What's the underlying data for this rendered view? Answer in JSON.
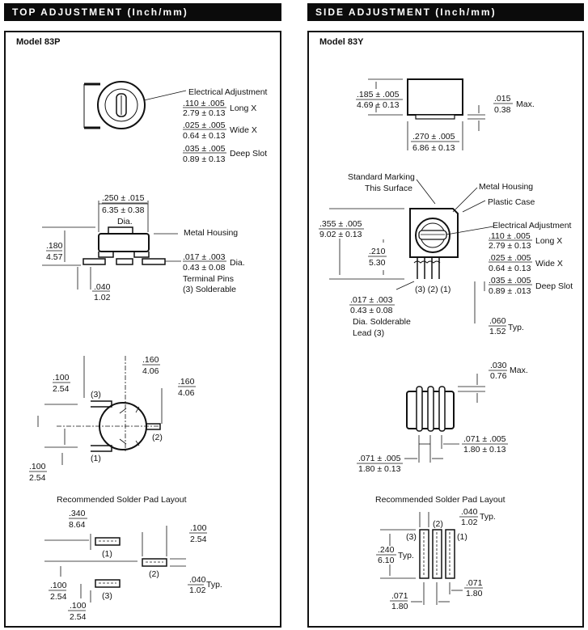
{
  "left_header": "TOP ADJUSTMENT (Inch/mm)",
  "right_header": "SIDE ADJUSTMENT (Inch/mm)",
  "left": {
    "model": "Model 83P",
    "top_view": {
      "callout": "Electrical Adjustment",
      "long_in": ".110 ± .005",
      "long_mm": "2.79 ± 0.13",
      "long_label": "Long X",
      "wide_in": ".025 ± .005",
      "wide_mm": "0.64 ± 0.13",
      "wide_label": "Wide X",
      "deep_in": ".035 ± .005",
      "deep_mm": "0.89 ± 0.13",
      "deep_label": "Deep Slot"
    },
    "side_view": {
      "width_in": ".250 ± .015",
      "width_mm": "6.35 ± 0.38",
      "width_label": "Dia.",
      "height_in": ".180",
      "height_mm": "4.57",
      "housing": "Metal Housing",
      "pin_in": ".017 ± .003",
      "pin_mm": "0.43 ± 0.08",
      "pin_label": "Dia.",
      "pins_1": "Terminal Pins",
      "pins_2": "(3) Solderable",
      "off_in": ".040",
      "off_mm": "1.02"
    },
    "bottom_view": {
      "d1_in": ".160",
      "d1_mm": "4.06",
      "d2_in": ".160",
      "d2_mm": "4.06",
      "d3_in": ".100",
      "d3_mm": "2.54",
      "d4_in": ".100",
      "d4_mm": "2.54",
      "p1": "(1)",
      "p2": "(2)",
      "p3": "(3)"
    },
    "pad_layout": {
      "title": "Recommended Solder Pad Layout",
      "a_in": ".340",
      "a_mm": "8.64",
      "b_in": ".100",
      "b_mm": "2.54",
      "c_in": ".040",
      "c_mm": "1.02",
      "c_label": "Typ.",
      "d_in": ".100",
      "d_mm": "2.54",
      "e_in": ".100",
      "e_mm": "2.54",
      "p1": "(1)",
      "p2": "(2)",
      "p3": "(3)"
    }
  },
  "right": {
    "model": "Model 83Y",
    "top_view": {
      "h_in": ".185 ± .005",
      "h_mm": "4.69 ± 0.13",
      "max_in": ".015",
      "max_mm": "0.38",
      "max_label": "Max.",
      "w_in": ".270 ± .005",
      "w_mm": "6.86 ± 0.13"
    },
    "front_view": {
      "marking_1": "Standard Marking",
      "marking_2": "This Surface",
      "housing": "Metal Housing",
      "case": "Plastic Case",
      "adj": "Electrical Adjustment",
      "long_in": ".110 ± .005",
      "long_mm": "2.79 ± 0.13",
      "long_label": "Long X",
      "wide_in": ".025 ± .005",
      "wide_mm": "0.64 ± 0.13",
      "wide_label": "Wide X",
      "deep_in": ".035 ± .005",
      "deep_mm": "0.89 ± .013",
      "deep_label": "Deep Slot",
      "h_in": ".355 ± .005",
      "h_mm": "9.02 ± 0.13",
      "h2_in": ".210",
      "h2_mm": "5.30",
      "pins": "(3) (2) (1)",
      "lead_in": ".017 ± .003",
      "lead_mm": "0.43 ± 0.08",
      "lead_1": "Dia. Solderable",
      "lead_2": "Lead (3)",
      "typ_in": ".060",
      "typ_mm": "1.52",
      "typ_label": "Typ."
    },
    "side_view": {
      "max_in": ".030",
      "max_mm": "0.76",
      "max_label": "Max.",
      "a_in": ".071 ± .005",
      "a_mm": "1.80 ± 0.13",
      "b_in": ".071 ± .005",
      "b_mm": "1.80 ± 0.13"
    },
    "pad_layout": {
      "title": "Recommended Solder Pad Layout",
      "w_in": ".040",
      "w_mm": "1.02",
      "w_label": "Typ.",
      "h_in": ".240",
      "h_mm": "6.10",
      "h_label": "Typ.",
      "a_in": ".071",
      "a_mm": "1.80",
      "b_in": ".071",
      "b_mm": "1.80",
      "p1": "(1)",
      "p2": "(2)",
      "p3": "(3)"
    }
  }
}
